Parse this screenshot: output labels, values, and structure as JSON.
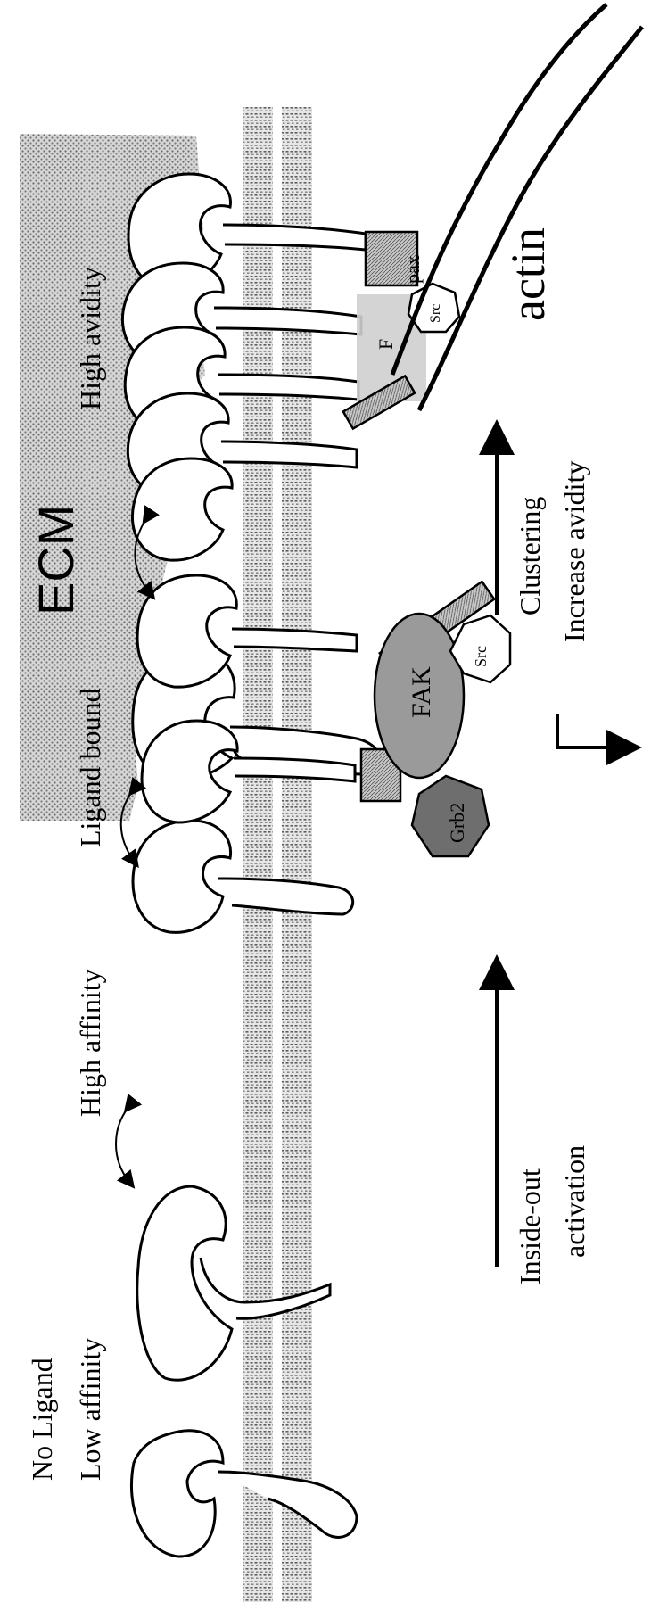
{
  "labels": {
    "no_ligand": "No Ligand",
    "low_affinity": "Low affinity",
    "high_affinity": "High affinity",
    "ligand_bound": "Ligand bound",
    "ecm": "ECM",
    "high_avidity": "High avidity",
    "inside_out": "Inside-out",
    "activation": "activation",
    "clustering": "Clustering",
    "increase_avidity": "Increase avidity",
    "actin": "actin"
  },
  "proteins": {
    "fak": "FAK",
    "src": "Src",
    "grb2": "Grb2",
    "pax": "pax",
    "f": "F"
  },
  "colors": {
    "ecm_fill": "#c4c4c4",
    "membrane": "#8a8a8a",
    "fak_fill": "#9a9a9a",
    "grb2_fill": "#6e6e6e",
    "box_fill": "#b8b8b8",
    "ink": "#000000"
  }
}
